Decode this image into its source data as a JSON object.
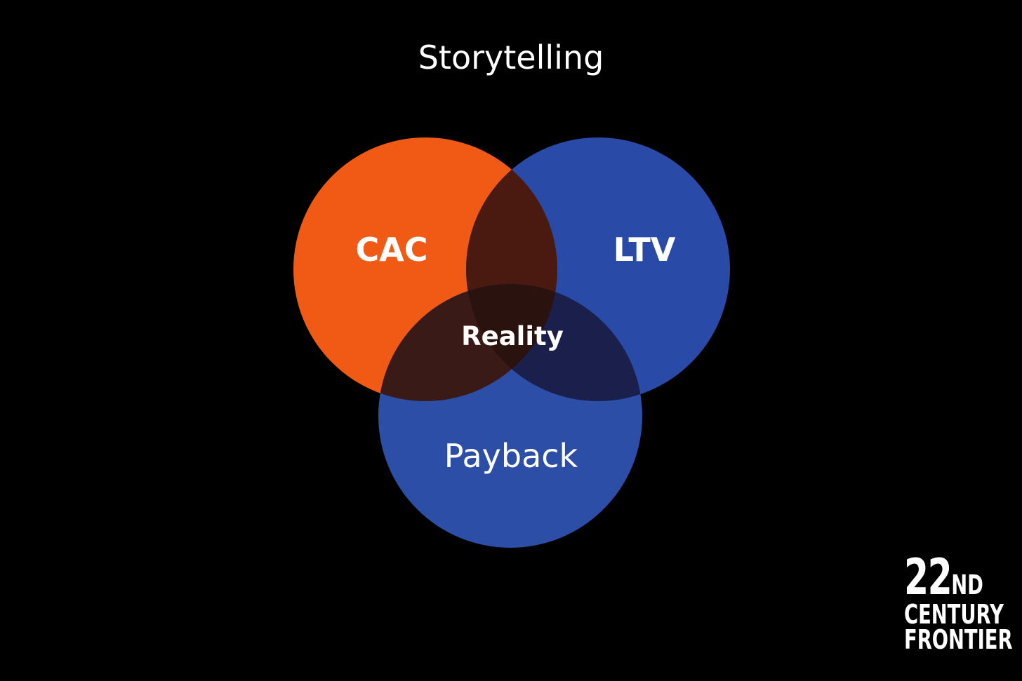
{
  "title": "Storytelling",
  "sets": [
    {
      "label": "CAC",
      "color": "#f05a14"
    },
    {
      "label": "LTV",
      "color": "#2a4aa8"
    },
    {
      "label": "Payback",
      "color": "#2c4ea6"
    }
  ],
  "intersection": {
    "label": "Reality"
  },
  "colors": {
    "background": "#000000",
    "cac_ltv_overlap": "#4a1a10",
    "cac_payback_overlap": "#3a1a16",
    "ltv_payback_overlap": "#1a1f4c",
    "center_overlap": "#2a120e"
  },
  "logo": {
    "number": "22",
    "superscript": "ND",
    "line2": "CENTURY",
    "line3": "FRONTIER"
  }
}
